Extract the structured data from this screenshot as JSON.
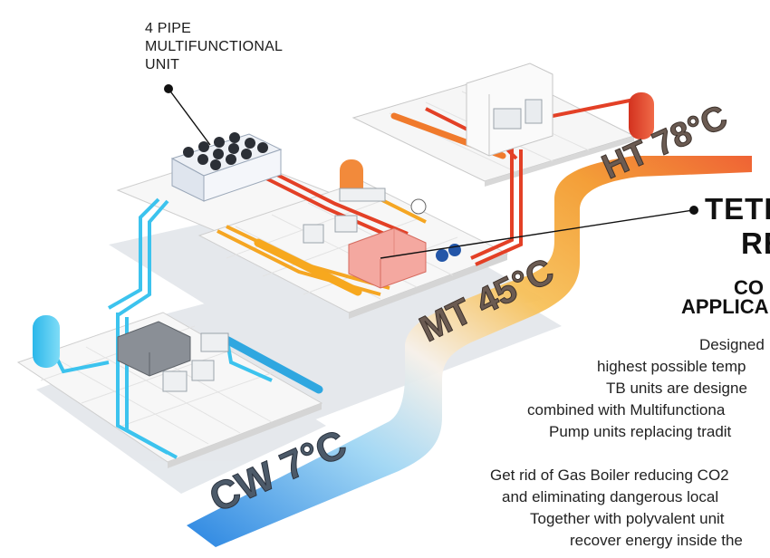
{
  "callout": {
    "lines": [
      "4 PIPE",
      "MULTIFUNCTIONAL",
      "UNIT"
    ]
  },
  "loop_labels": {
    "ht": "HT 78°C",
    "mt": "MT 45°C",
    "cw": "CW 7°C"
  },
  "heading": {
    "line1": "TETR",
    "line2": "RE",
    "sub1": "CO",
    "sub2": "APPLICA"
  },
  "body_text": {
    "para1": [
      "Designed",
      "highest possible temp",
      "TB units are designe",
      "combined with Multifunctiona",
      "Pump units replacing tradit"
    ],
    "para2": [
      "Get rid of Gas Boiler reducing CO2",
      "and eliminating dangerous local",
      "Together with polyvalent unit",
      "recover energy inside the"
    ]
  },
  "colors": {
    "hot_pipe": "#e8452a",
    "medium_pipe": "#f5a623",
    "cold_pipe": "#3cc3ee",
    "ribbon_hot": "#f07a2c",
    "ribbon_cold": "#2f8fe0",
    "platform": "#f4f4f4",
    "shadow": "#d9dde3"
  }
}
